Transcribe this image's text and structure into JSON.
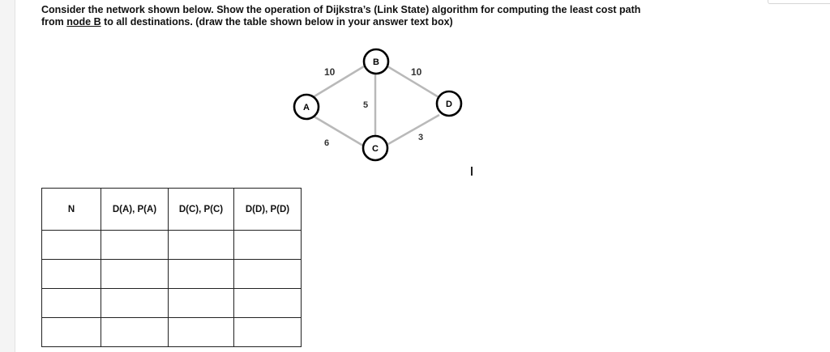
{
  "question": {
    "line1": "Consider the network shown below. Show the operation of Dijkstra’s (Link State) algorithm for computing the least cost path",
    "line2_before": "from ",
    "line2_link": "node B",
    "line2_after": " to all destinations. (draw the table shown below in your answer text box)"
  },
  "graph": {
    "nodes": [
      "A",
      "B",
      "C",
      "D"
    ],
    "edges": [
      {
        "from": "A",
        "to": "B",
        "cost": "10"
      },
      {
        "from": "B",
        "to": "D",
        "cost": "10"
      },
      {
        "from": "B",
        "to": "C",
        "cost": "5"
      },
      {
        "from": "A",
        "to": "C",
        "cost": "6"
      },
      {
        "from": "C",
        "to": "D",
        "cost": "3"
      }
    ]
  },
  "table": {
    "headers": [
      "N",
      "D(A), P(A)",
      "D(C), P(C)",
      "D(D), P(D)"
    ],
    "rows": [
      [
        "",
        "",
        "",
        ""
      ],
      [
        "",
        "",
        "",
        ""
      ],
      [
        "",
        "",
        "",
        ""
      ],
      [
        "",
        "",
        "",
        ""
      ]
    ]
  },
  "colors": {
    "edge": "#b9b9b9",
    "node_border": "#000000",
    "text": "#111111"
  }
}
